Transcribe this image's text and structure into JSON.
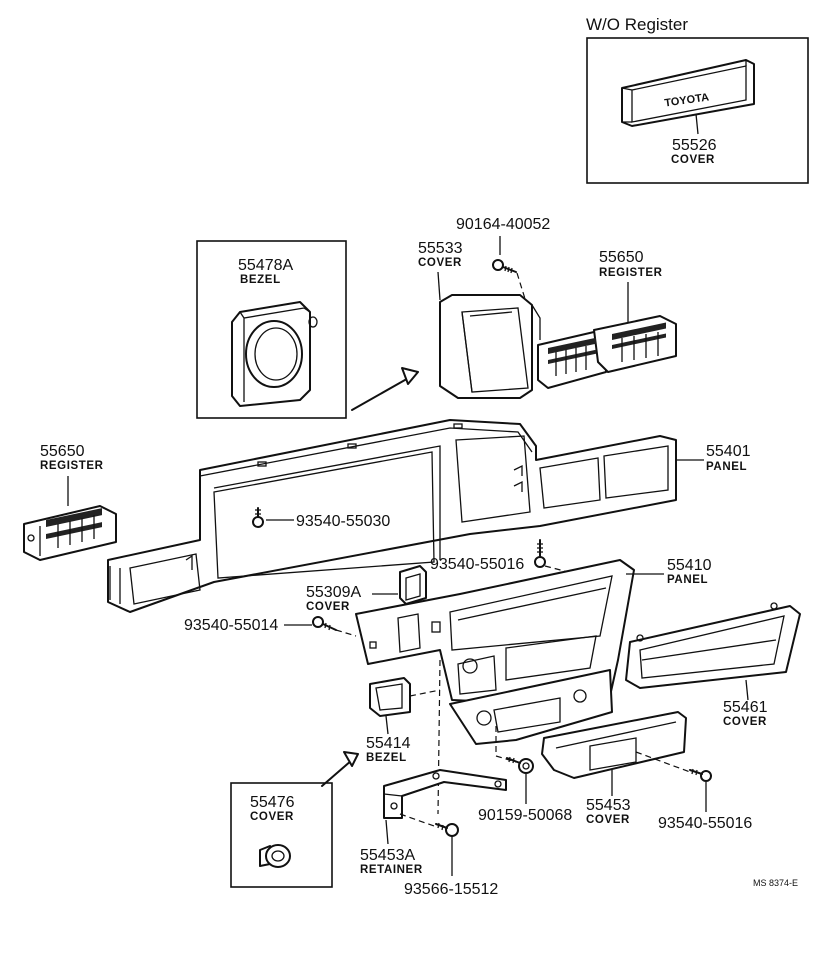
{
  "header": {
    "variant_label": "W/O Register"
  },
  "insets": {
    "wo_register": {
      "part_no": "55526",
      "name": "COVER",
      "logo_text": "TOYOTA"
    },
    "bezel": {
      "part_no": "55478A",
      "name": "BEZEL"
    },
    "cover_small": {
      "part_no": "55476",
      "name": "COVER"
    }
  },
  "parts": [
    {
      "part_no": "90164-40052",
      "name": ""
    },
    {
      "part_no": "55533",
      "name": "COVER"
    },
    {
      "part_no": "55650",
      "name": "REGISTER"
    },
    {
      "part_no": "55650",
      "name": "REGISTER"
    },
    {
      "part_no": "55401",
      "name": "PANEL"
    },
    {
      "part_no": "93540-55030",
      "name": ""
    },
    {
      "part_no": "93540-55016",
      "name": ""
    },
    {
      "part_no": "55410",
      "name": "PANEL"
    },
    {
      "part_no": "55309A",
      "name": "COVER"
    },
    {
      "part_no": "93540-55014",
      "name": ""
    },
    {
      "part_no": "55461",
      "name": "COVER"
    },
    {
      "part_no": "55414",
      "name": "BEZEL"
    },
    {
      "part_no": "90159-50068",
      "name": ""
    },
    {
      "part_no": "55453",
      "name": "COVER"
    },
    {
      "part_no": "93540-55016",
      "name": ""
    },
    {
      "part_no": "55453A",
      "name": "RETAINER"
    },
    {
      "part_no": "93566-15512",
      "name": ""
    }
  ],
  "footer": {
    "code": "MS 8374-E"
  }
}
